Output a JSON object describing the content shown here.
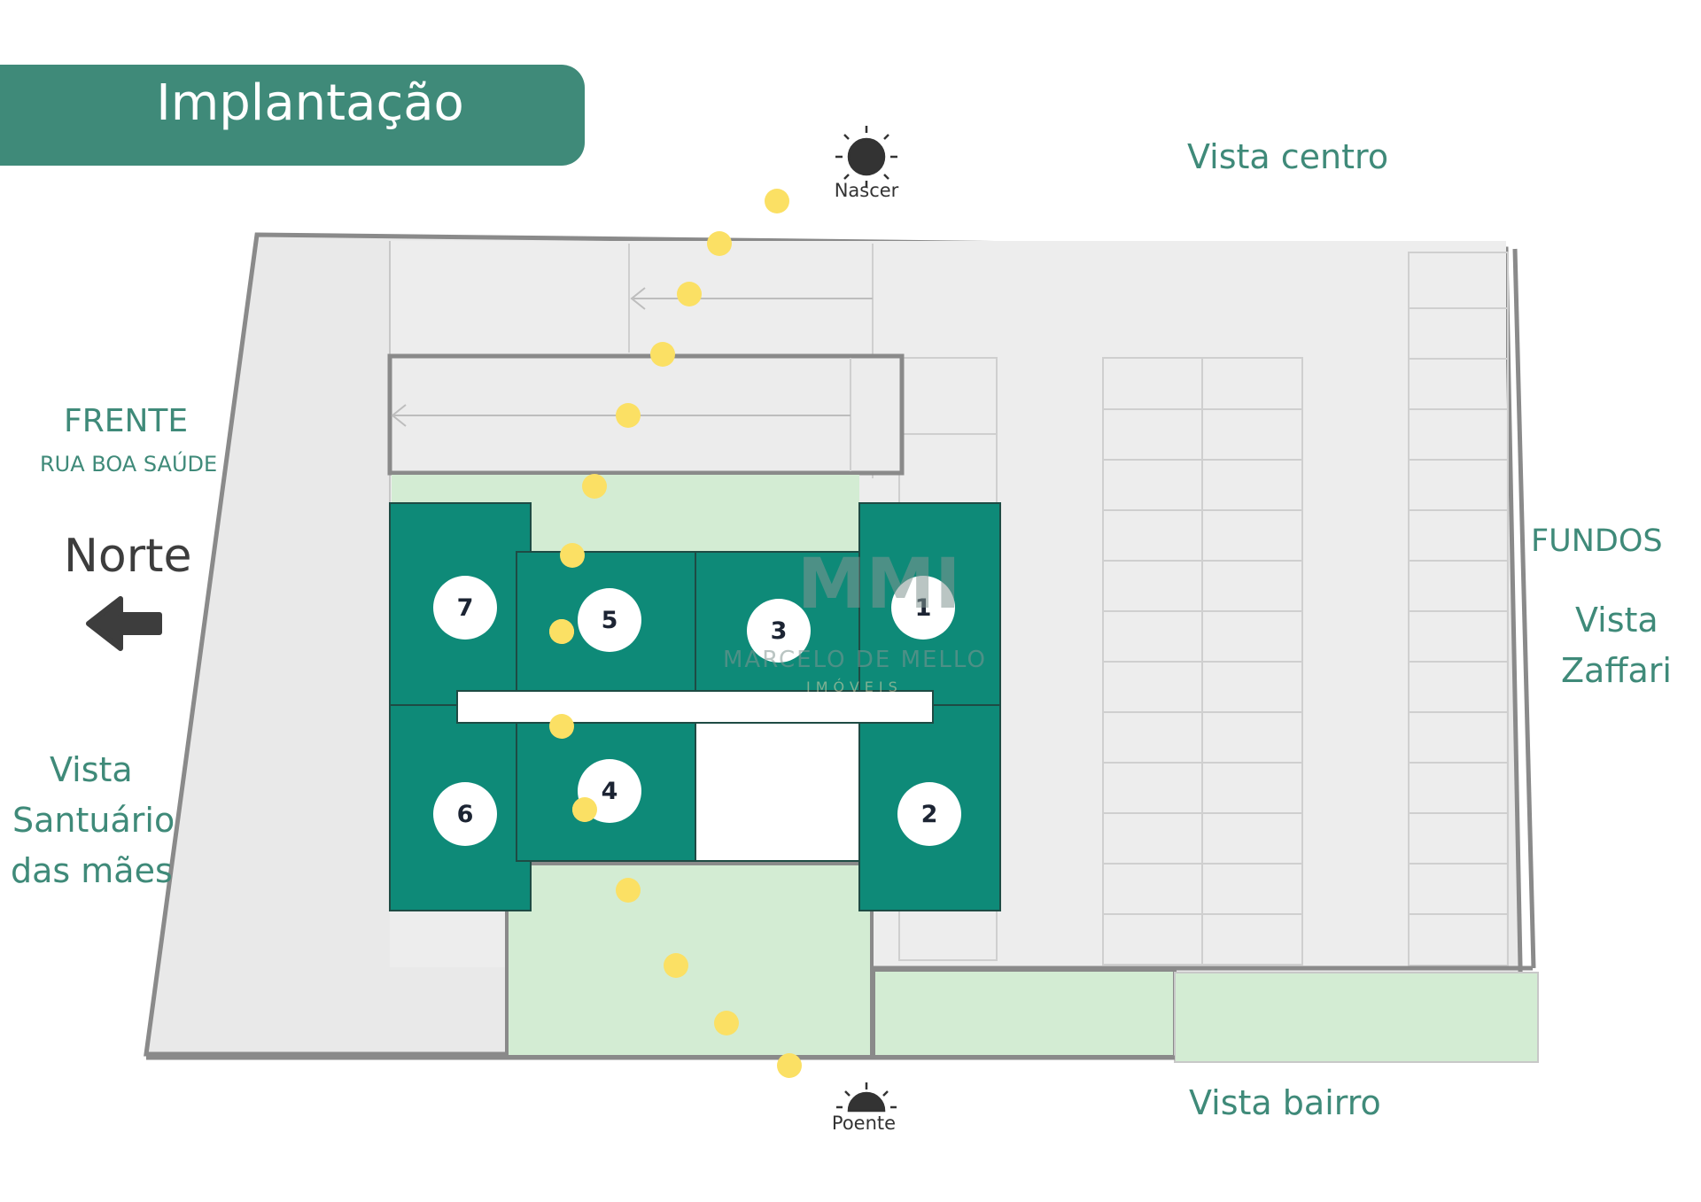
{
  "title": "Implantação",
  "sun_rise": "Nascer",
  "sun_set": "Poente",
  "labels": {
    "vista_centro": "Vista centro",
    "frente": "FRENTE",
    "rua": "RUA BOA SAÚDE",
    "norte": "Norte",
    "fundos": "FUNDOS",
    "vista_zaffari_1": "Vista",
    "vista_zaffari_2": "Zaffari",
    "vista_santuario_1": "Vista",
    "vista_santuario_2": "Santuário",
    "vista_santuario_3": "das mães",
    "vista_bairro": "Vista bairro"
  },
  "units": [
    "7",
    "5",
    "3",
    "1",
    "6",
    "4",
    "2"
  ],
  "watermark": {
    "logo": "MMI",
    "name": "MARCELO DE MELLO",
    "sub": "IMÓVEIS"
  },
  "colors": {
    "brand_green": "#3f8a79",
    "unit_green": "#0e8a78",
    "lawn": "#d3ecd3",
    "lot": "#e9e9e9",
    "sun_dot": "#fbe064"
  }
}
